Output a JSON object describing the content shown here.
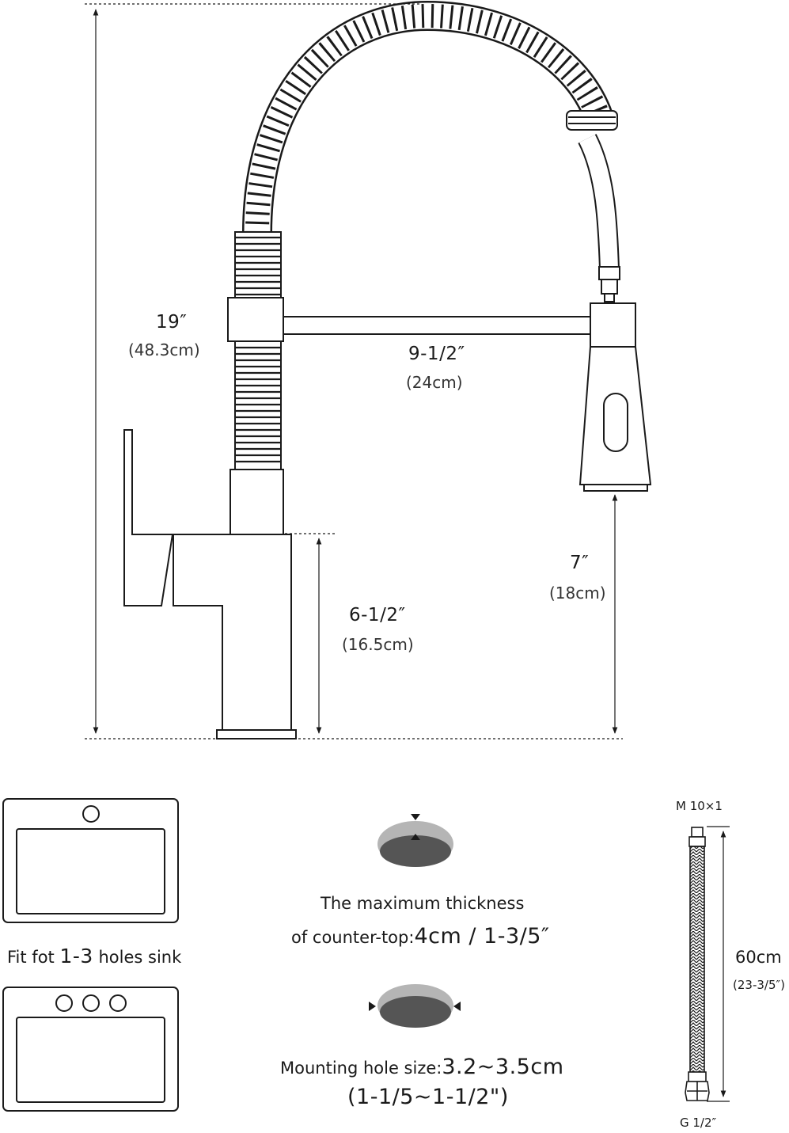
{
  "dimensions": {
    "height_total": {
      "imperial": "19″",
      "metric": "(48.3cm)"
    },
    "reach": {
      "imperial": "9-1/2″",
      "metric": "(24cm)"
    },
    "spout_clearance": {
      "imperial": "7″",
      "metric": "(18cm)"
    },
    "base_height": {
      "imperial": "6-1/2″",
      "metric": "(16.5cm)"
    }
  },
  "sink": {
    "prefix": "Fit fot ",
    "holes": "1-3",
    "suffix": " holes sink"
  },
  "countertop": {
    "line1": "The maximum thickness",
    "line2_prefix": "of counter-top:",
    "line2_value": "4cm / 1-3/5″"
  },
  "mounting_hole": {
    "prefix": "Mounting hole size:",
    "value_metric": "3.2~3.5cm",
    "value_imperial": "(1-1/5~1-1/2\")"
  },
  "hose": {
    "top_thread": "M 10×1",
    "length_metric": "60cm",
    "length_imperial": "(23-3/5″)",
    "bottom_thread": "G 1/2″"
  },
  "colors": {
    "line": "#1a1a1a",
    "surface": "#b5b5b5",
    "hole": "#555555"
  }
}
